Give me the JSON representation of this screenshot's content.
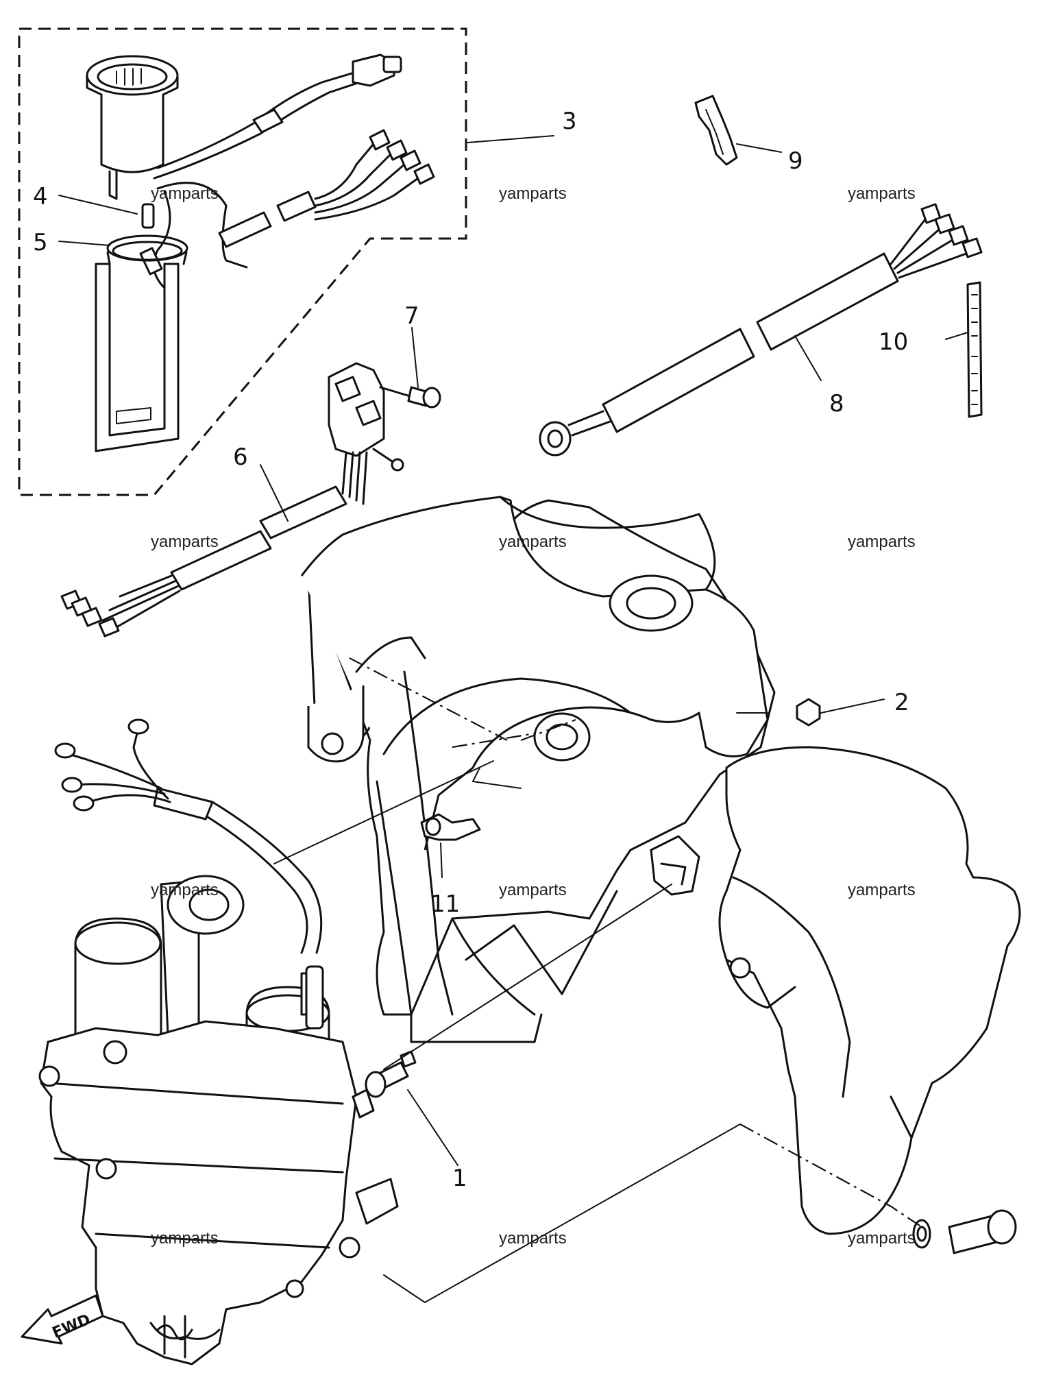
{
  "callouts": {
    "c1": "1",
    "c2": "2",
    "c3": "3",
    "c4": "4",
    "c5": "5",
    "c6": "6",
    "c7": "7",
    "c8": "8",
    "c9": "9",
    "c10": "10",
    "c11": "11"
  },
  "watermark": "yamparts",
  "direction_label": "FWD"
}
